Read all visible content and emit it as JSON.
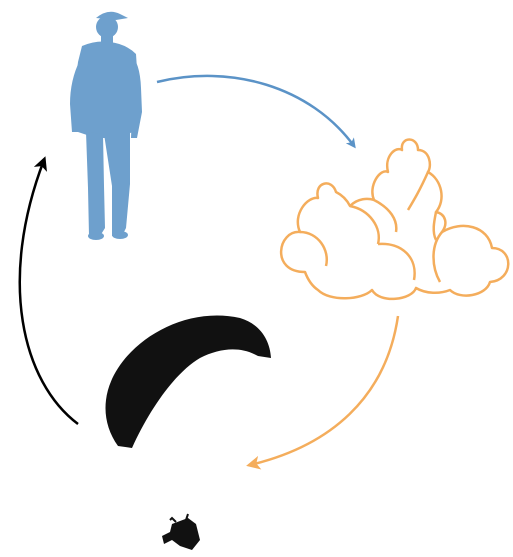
{
  "diagram": {
    "nodes": [
      {
        "id": "person",
        "icon": "person-silhouette-icon",
        "color": "#6ea0cd"
      },
      {
        "id": "clouds",
        "icon": "cloud-cluster-icon",
        "color": "#f4ad5c"
      },
      {
        "id": "paraglider",
        "icon": "paraglider-icon",
        "color": "#111111"
      }
    ],
    "edges": [
      {
        "from": "person",
        "to": "clouds",
        "color": "#5b93c7"
      },
      {
        "from": "clouds",
        "to": "paraglider",
        "color": "#f4ad5c"
      },
      {
        "from": "paraglider",
        "to": "person",
        "color": "#000000"
      }
    ]
  }
}
